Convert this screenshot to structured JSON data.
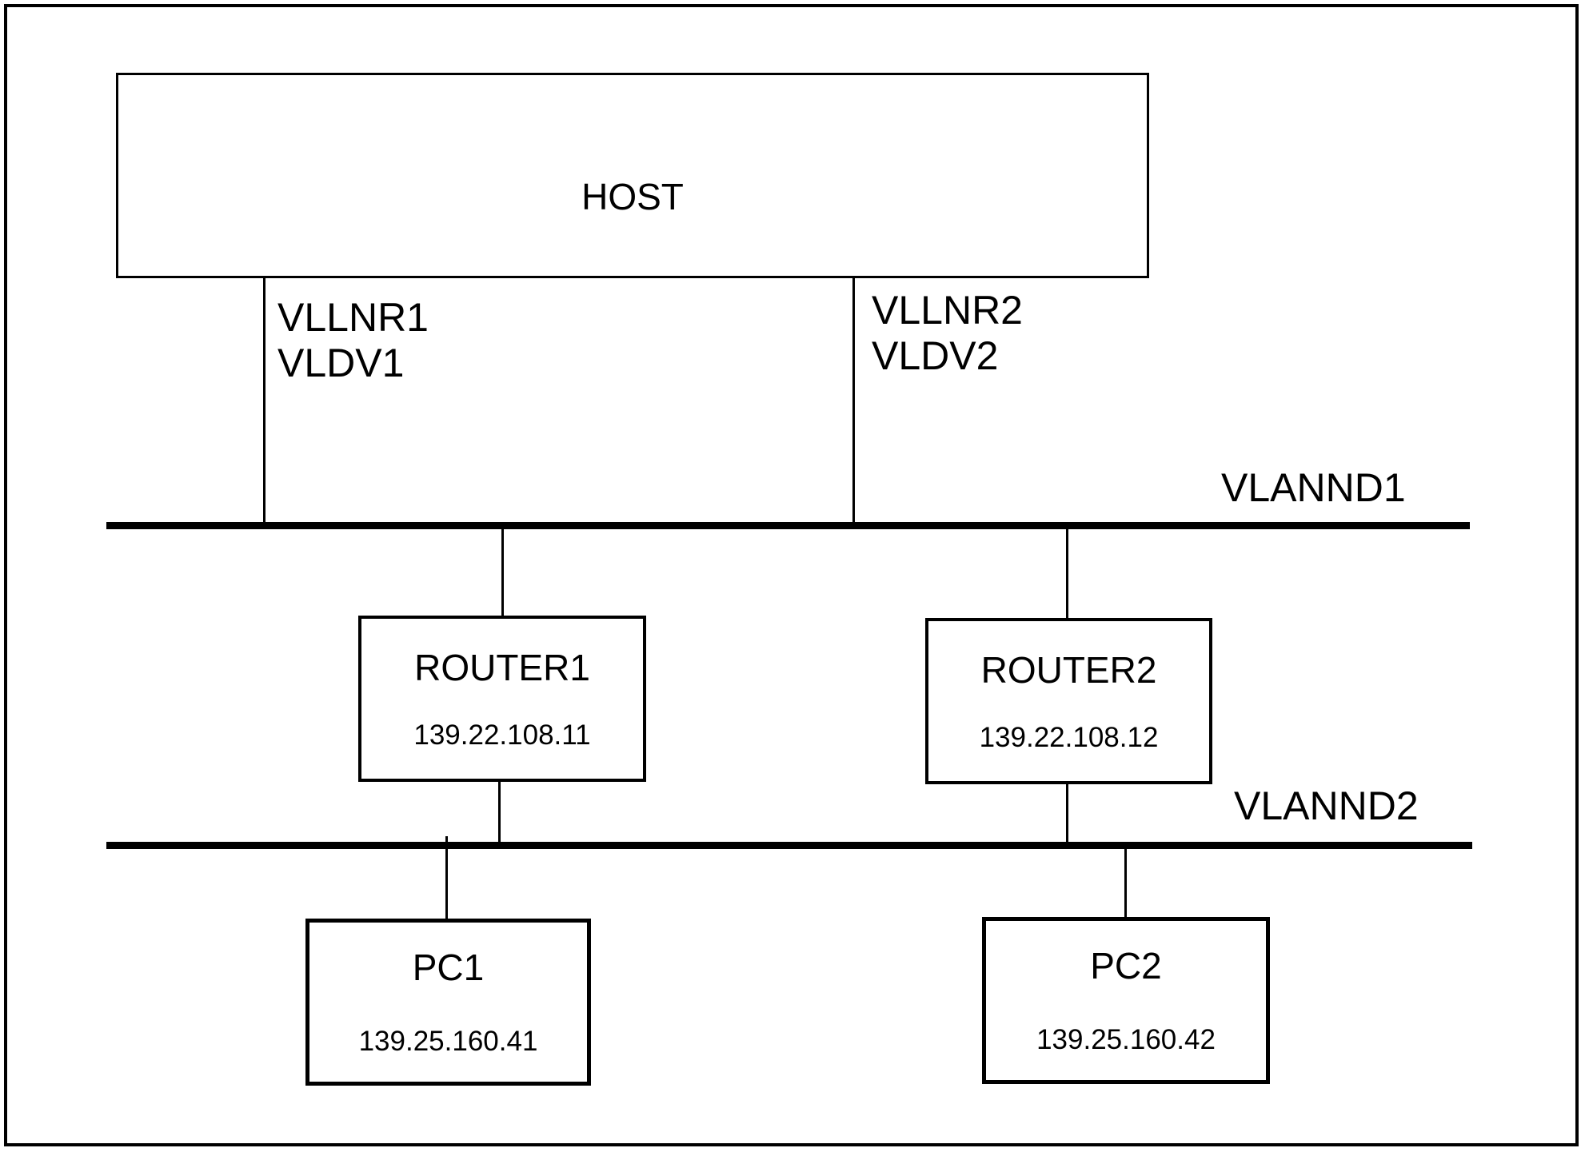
{
  "diagram": {
    "host": {
      "label": "HOST"
    },
    "host_links": [
      {
        "labels": [
          "VLLNR1",
          "VLDV1"
        ]
      },
      {
        "labels": [
          "VLLNR2",
          "VLDV2"
        ]
      }
    ],
    "buses": [
      {
        "label": "VLANND1"
      },
      {
        "label": "VLANND2"
      }
    ],
    "routers": [
      {
        "name": "ROUTER1",
        "ip": "139.22.108.11"
      },
      {
        "name": "ROUTER2",
        "ip": "139.22.108.12"
      }
    ],
    "pcs": [
      {
        "name": "PC1",
        "ip": "139.25.160.41"
      },
      {
        "name": "PC2",
        "ip": "139.25.160.42"
      }
    ],
    "colors": {
      "line": "#000000",
      "background": "#ffffff"
    }
  }
}
